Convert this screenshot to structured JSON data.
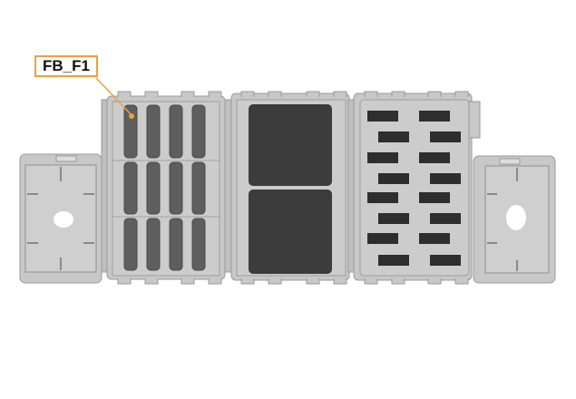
{
  "callout": {
    "label": "FB_F1",
    "color": "#f0a03c"
  },
  "colors": {
    "housing": "#c8c8c8",
    "housing_edge": "#9a9a9a",
    "fuse_dark": "#5e5e5e",
    "relay": "#3c3c3c",
    "blade": "#2e2e2e"
  },
  "blocks": {
    "mini_fuse_grid": {
      "columns": 4,
      "rows": 3
    },
    "relays": {
      "count": 2
    },
    "blade_fuses": {
      "count": 16
    }
  }
}
